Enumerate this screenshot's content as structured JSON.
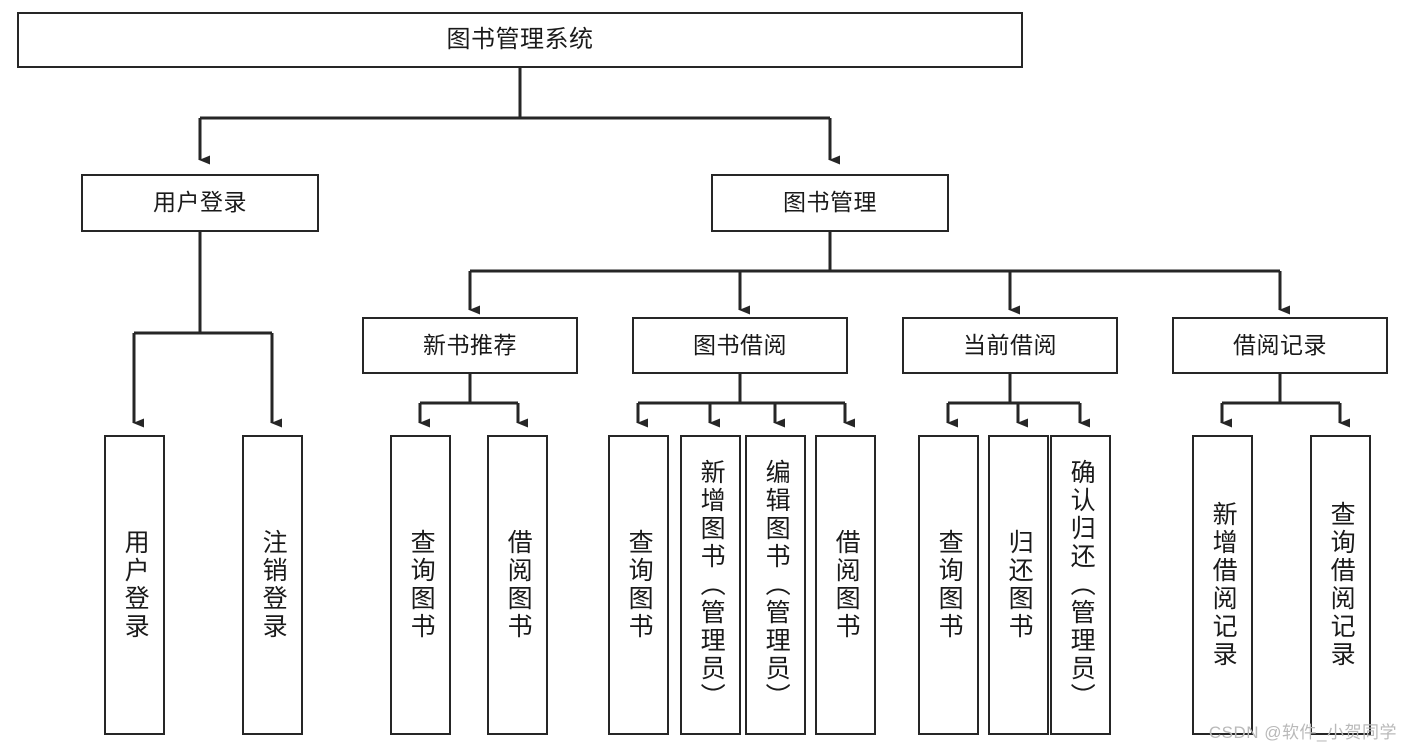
{
  "diagram": {
    "title": "图书管理系统",
    "type": "tree-hierarchy",
    "watermark": "CSDN @软件_小贺同学",
    "colors": {
      "stroke": "#262626",
      "fill": "#ffffff",
      "text": "#1a1a1a",
      "watermark": "#b9b9b9"
    },
    "nodes": {
      "root": {
        "label": "图书管理系统"
      },
      "level1": [
        {
          "label": "用户登录"
        },
        {
          "label": "图书管理"
        }
      ],
      "level2": [
        {
          "label": "新书推荐"
        },
        {
          "label": "图书借阅"
        },
        {
          "label": "当前借阅"
        },
        {
          "label": "借阅记录"
        }
      ],
      "leaves": {
        "user_login": [
          {
            "label": "用户登录"
          },
          {
            "label": "注销登录"
          }
        ],
        "new_book_recommend": [
          {
            "label": "查询图书"
          },
          {
            "label": "借阅图书"
          }
        ],
        "book_borrow": [
          {
            "label": "查询图书"
          },
          {
            "label": "新增图书（管理员）"
          },
          {
            "label": "编辑图书（管理员）"
          },
          {
            "label": "借阅图书"
          }
        ],
        "current_borrow": [
          {
            "label": "查询图书"
          },
          {
            "label": "归还图书"
          },
          {
            "label": "确认归还（管理员）"
          }
        ],
        "borrow_record": [
          {
            "label": "新增借阅记录"
          },
          {
            "label": "查询借阅记录"
          }
        ]
      }
    }
  }
}
